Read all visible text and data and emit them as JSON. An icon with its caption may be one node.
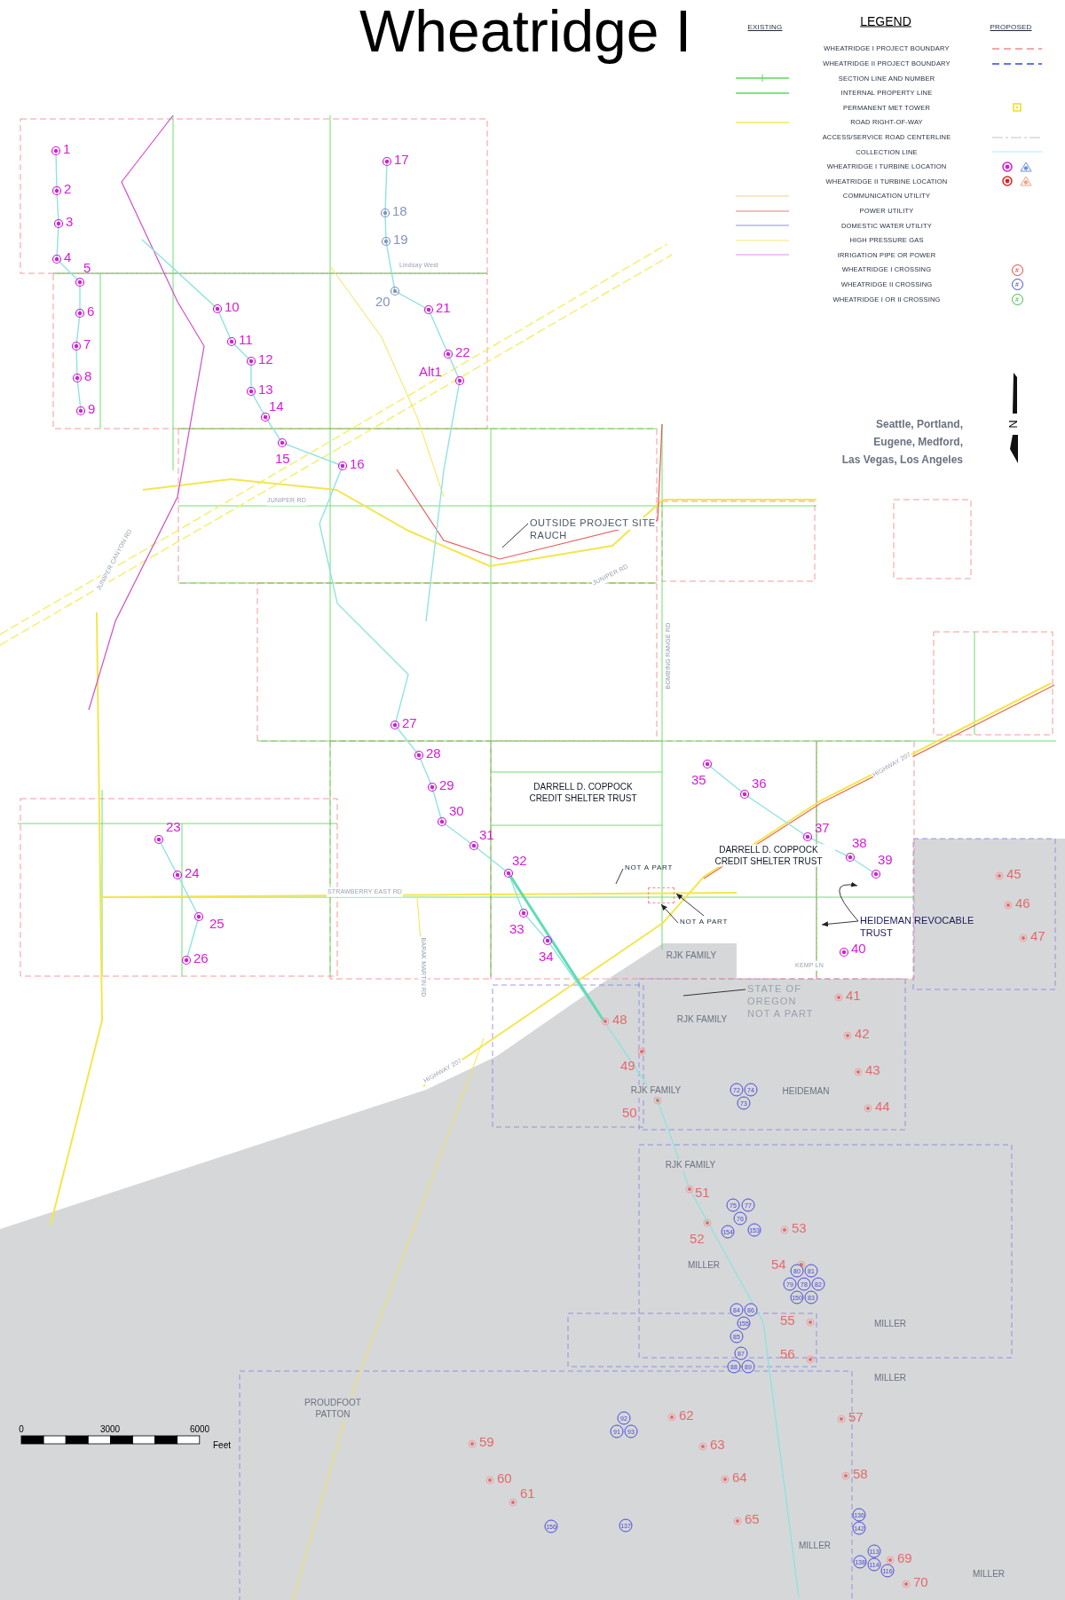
{
  "diagram": {
    "title": "Wheatridge I",
    "nodes": [
      {
        "text": [
          "OUTSIDE PROJECT SITE",
          "RAUCH"
        ]
      },
      {
        "text": [
          "NOT A PART"
        ]
      },
      {
        "text": [
          "NOT A PART"
        ]
      },
      {
        "text": [
          "HEIDEMAN REVOCABLE TRUST"
        ]
      },
      {
        "text": [
          "STATE OF OREGON NOT A PART"
        ]
      },
      {
        "text": [
          "72"
        ]
      },
      {
        "text": [
          "74"
        ]
      },
      {
        "text": [
          "73"
        ]
      },
      {
        "text": [
          "75"
        ]
      },
      {
        "text": [
          "77"
        ]
      },
      {
        "text": [
          "76"
        ]
      },
      {
        "text": [
          "154"
        ]
      },
      {
        "text": [
          "153"
        ]
      },
      {
        "text": [
          "80"
        ]
      },
      {
        "text": [
          "81"
        ]
      },
      {
        "text": [
          "79"
        ]
      },
      {
        "text": [
          "78"
        ]
      },
      {
        "text": [
          "82"
        ]
      },
      {
        "text": [
          "150"
        ]
      },
      {
        "text": [
          "83"
        ]
      },
      {
        "text": [
          "84"
        ]
      },
      {
        "text": [
          "86"
        ]
      },
      {
        "text": [
          "155"
        ]
      },
      {
        "text": [
          "85"
        ]
      },
      {
        "text": [
          "87"
        ]
      },
      {
        "text": [
          "88"
        ]
      },
      {
        "text": [
          "89"
        ]
      },
      {
        "text": [
          "92"
        ]
      },
      {
        "text": [
          "91"
        ]
      },
      {
        "text": [
          "93"
        ]
      },
      {
        "text": [
          "156"
        ]
      },
      {
        "text": [
          "137"
        ]
      },
      {
        "text": [
          "136"
        ]
      },
      {
        "text": [
          "142"
        ]
      },
      {
        "text": [
          "138"
        ]
      },
      {
        "text": [
          "113"
        ]
      },
      {
        "text": [
          "114"
        ]
      },
      {
        "text": [
          "116"
        ]
      },
      {
        "text": [],
        "shape": "box"
      }
    ],
    "edges": [
      {
        "from": 0,
        "to": null,
        "arrow": "none"
      },
      {
        "from": 1,
        "to": null,
        "arrow": "none"
      },
      {
        "from": 2,
        "to": 38,
        "arrow": "to"
      },
      {
        "from": 2,
        "to": 38,
        "arrow": "to"
      },
      {
        "from": 3,
        "to": null,
        "arrow": "to"
      },
      {
        "from": 3,
        "to": null,
        "arrow": "to"
      },
      {
        "from": 4,
        "to": null,
        "arrow": "none"
      }
    ],
    "labels": [
      "EXISTING",
      "LEGEND",
      "PROPOSED",
      "#",
      "#",
      "#",
      "Seattle, Portland,",
      "Eugene, Medford,",
      "Las Vegas, Los Angeles",
      "N",
      "1",
      "2",
      "3",
      "4",
      "5",
      "6",
      "7",
      "8",
      "9",
      "10",
      "11",
      "12",
      "13",
      "14",
      "15",
      "16",
      "17",
      "18",
      "19",
      "20",
      "21",
      "22",
      "23",
      "24",
      "25",
      "26",
      "27",
      "28",
      "29",
      "30",
      "31",
      "32",
      "33",
      "34",
      "35",
      "36",
      "37",
      "38",
      "39",
      "40",
      "Alt1",
      "41",
      "42",
      "43",
      "44",
      "45",
      "46",
      "47",
      "48",
      "49",
      "50",
      "51",
      "52",
      "53",
      "54",
      "55",
      "56",
      "57",
      "58",
      "59",
      "60",
      "61",
      "62",
      "63",
      "64",
      "65",
      "69",
      "70",
      "DARRELL D. COPPOCK CREDIT SHELTER TRUST",
      "DARRELL D. COPPOCK CREDIT SHELTER TRUST",
      "RJK FAMILY",
      "RJK FAMILY",
      "RJK FAMILY",
      "RJK FAMILY",
      "HEIDEMAN",
      "MILLER",
      "MILLER",
      "MILLER",
      "MILLER",
      "MILLER",
      "PROUDFOOT PATTON",
      "Lindsay West",
      "JUNIPER RD",
      "JUNIPER CANYON RD",
      "JUNIPER RD",
      "BOMBING RANGE RD",
      "STRAWBERRY EAST RD",
      "BARAK MARTIN RD",
      "HIGHWAY 207",
      "KEMP LN",
      "HIGHWAY 207",
      "0",
      "3000",
      "6000",
      "Feet"
    ],
    "legend": [
      {
        "text": "WHEATRIDGE I PROJECT BOUNDARY"
      },
      {
        "text": "WHEATRIDGE II PROJECT BOUNDARY"
      },
      {
        "text": "SECTION LINE AND NUMBER"
      },
      {
        "text": "INTERNAL PROPERTY LINE"
      },
      {
        "text": "PERMANENT MET TOWER"
      },
      {
        "text": "ROAD RIGHT-OF-WAY"
      },
      {
        "text": "ACCESS/SERVICE ROAD CENTERLINE"
      },
      {
        "text": "COLLECTION LINE"
      },
      {
        "text": "WHEATRIDGE I TURBINE LOCATION"
      },
      {
        "text": "WHEATRIDGE II TURBINE LOCATION"
      },
      {
        "text": "COMMUNICATION UTILITY"
      },
      {
        "text": "POWER UTILITY"
      },
      {
        "text": "DOMESTIC WATER UTILITY"
      },
      {
        "text": "HIGH PRESSURE GAS"
      },
      {
        "text": "IRRIGATION PIPE OR POWER"
      },
      {
        "text": "WHEATRIDGE I CROSSING"
      },
      {
        "text": "WHEATRIDGE II CROSSING"
      },
      {
        "text": "WHEATRIDGE I OR II CROSSING"
      }
    ]
  }
}
